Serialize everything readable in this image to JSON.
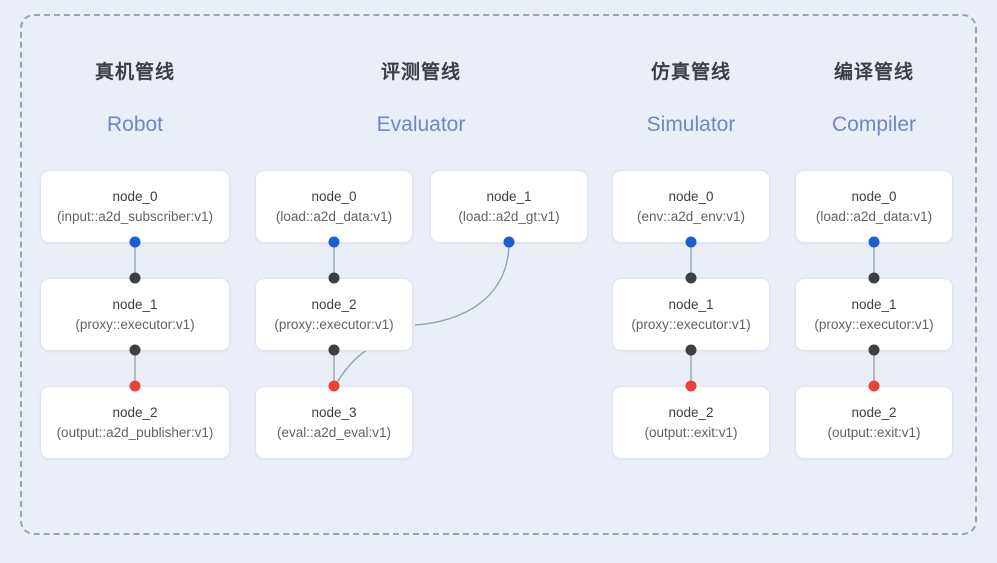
{
  "canvas": {
    "background_color": "#e9eef8",
    "frame_border_color": "#9aa3b2"
  },
  "palette": {
    "node_fill": "#ffffff",
    "node_border": "#dfe3ee",
    "port_blue": "#1a5fd0",
    "port_dark": "#3c4043",
    "port_red": "#ea4335",
    "edge_line": "#9aa3b2",
    "header_cn": "#3c4043",
    "header_en": "#6f87c6"
  },
  "columns": [
    {
      "key": "robot",
      "title_cn": "真机管线",
      "title_en": "Robot",
      "nodes": [
        {
          "id": "node_0",
          "kind": "(input::a2d_subscriber:v1)"
        },
        {
          "id": "node_1",
          "kind": "(proxy::executor:v1)"
        },
        {
          "id": "node_2",
          "kind": "(output::a2d_publisher:v1)"
        }
      ]
    },
    {
      "key": "evaluator",
      "title_cn": "评测管线",
      "title_en": "Evaluator",
      "nodes": [
        {
          "id": "node_0",
          "kind": "(load::a2d_data:v1)"
        },
        {
          "id": "node_1",
          "kind": "(load::a2d_gt:v1)"
        },
        {
          "id": "node_2",
          "kind": "(proxy::executor:v1)"
        },
        {
          "id": "node_3",
          "kind": "(eval::a2d_eval:v1)"
        }
      ]
    },
    {
      "key": "simulator",
      "title_cn": "仿真管线",
      "title_en": "Simulator",
      "nodes": [
        {
          "id": "node_0",
          "kind": "(env::a2d_env:v1)"
        },
        {
          "id": "node_1",
          "kind": "(proxy::executor:v1)"
        },
        {
          "id": "node_2",
          "kind": "(output::exit:v1)"
        }
      ]
    },
    {
      "key": "compiler",
      "title_cn": "编译管线",
      "title_en": "Compiler",
      "nodes": [
        {
          "id": "node_0",
          "kind": "(load::a2d_data:v1)"
        },
        {
          "id": "node_1",
          "kind": "(proxy::executor:v1)"
        },
        {
          "id": "node_2",
          "kind": "(output::exit:v1)"
        }
      ]
    }
  ]
}
